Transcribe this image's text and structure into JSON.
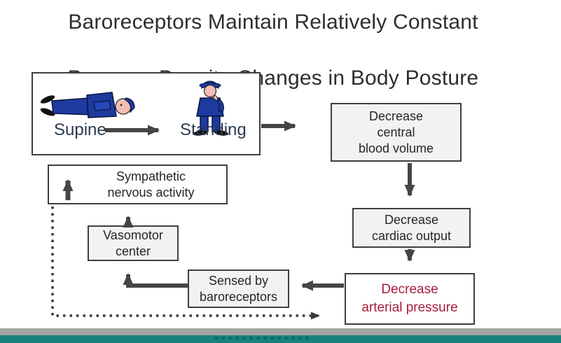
{
  "title": {
    "line1": "Baroreceptors Maintain Relatively Constant",
    "line2": "Pressure Despite Changes in Body Posture"
  },
  "posture_panel": {
    "supine_label": "Supine",
    "standing_label": "Standing"
  },
  "flow_boxes": {
    "central_blood_volume": "Decrease\ncentral\nblood volume",
    "cardiac_output": "Decrease\ncardiac output",
    "arterial_pressure": "Decrease\narterial pressure",
    "sensed_by_baroreceptors": "Sensed by\nbaroreceptors",
    "vasomotor_center": "Vasomotor\ncenter",
    "sympathetic_nervous_activity": "Sympathetic\nnervous activity"
  },
  "icons": {
    "supine_figure": "supine-person-icon",
    "standing_figure": "standing-person-icon",
    "increase_arrow": "up-arrow-icon",
    "flow_arrows": "solid-arrow-icon",
    "feedback_path": "dotted-arrow-icon"
  },
  "colors": {
    "title_text": "#2e2e2e",
    "box_border": "#3f3f3f",
    "box_fill_gray": "#f2f2f2",
    "box_fill_white": "#ffffff",
    "arterial_pressure_text": "#a81c3a",
    "posture_label_text": "#2b3a52",
    "arrow": "#454545",
    "figure_suit_blue": "#1d3a9e",
    "figure_face": "#f3bdb4",
    "footer_bar_gray": "#a3a3a3",
    "footer_bar_teal": "#17837c"
  }
}
